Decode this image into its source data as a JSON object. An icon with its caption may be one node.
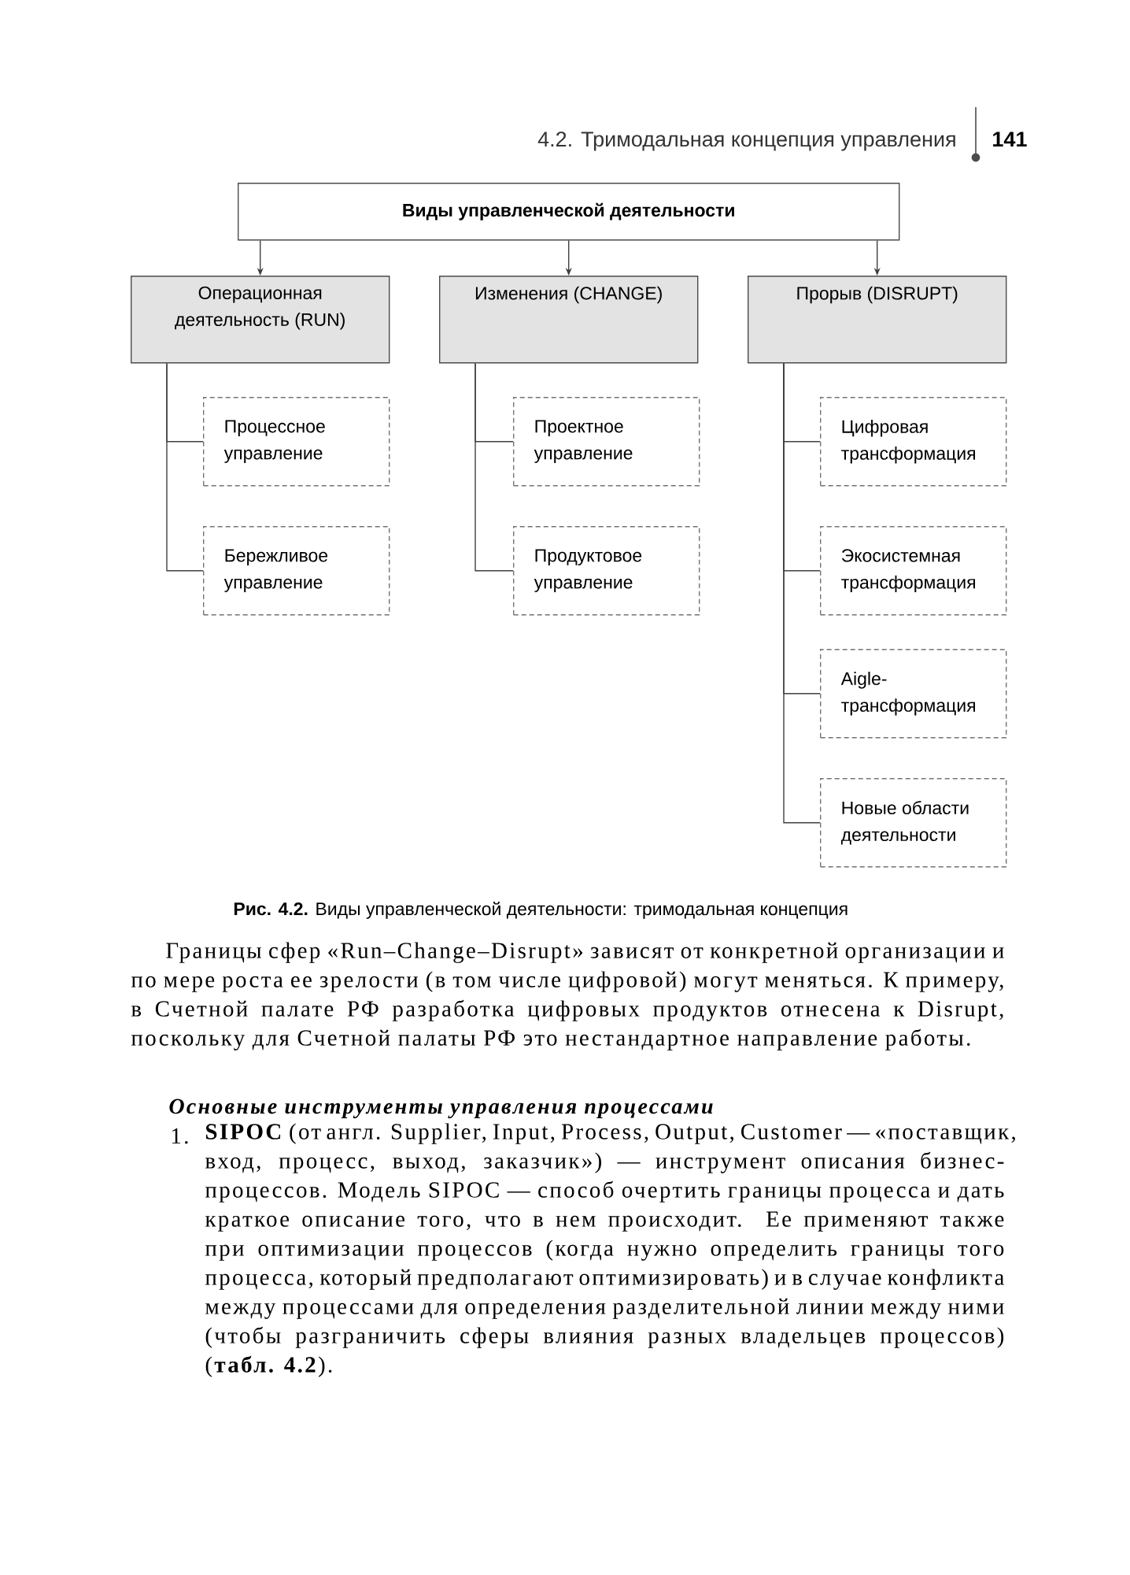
{
  "diagram": {
    "caption": "**Рис. 4.2.** Виды управленческой деятельности: тримодальная концепция",
    "nodes": [
      {
        "text": [
          "Виды управленческой деятельности"
        ]
      },
      {
        "text": [
          "Операционная деятельность (RUN)"
        ]
      },
      {
        "text": [
          "Изменения (CHANGE)"
        ]
      },
      {
        "text": [
          "Прорыв (DISRUPT)"
        ]
      },
      {
        "text": [
          "Процессное управление"
        ]
      },
      {
        "text": [
          "Бережливое управление"
        ]
      },
      {
        "text": [
          "Проектное управление"
        ]
      },
      {
        "text": [
          "Продуктовое управление"
        ]
      },
      {
        "text": [
          "Цифровая трансформация"
        ]
      },
      {
        "text": [
          "Экосистемная трансформация"
        ]
      },
      {
        "text": [
          "Aigle-трансформация"
        ]
      },
      {
        "text": [
          "Новые области деятельности"
        ]
      }
    ],
    "edges": [
      {
        "from": 0,
        "to": 1,
        "arrow": "to"
      },
      {
        "from": 0,
        "to": 2,
        "arrow": "to"
      },
      {
        "from": 0,
        "to": 3,
        "arrow": "to"
      },
      {
        "from": 1,
        "to": 4,
        "arrow": "none"
      },
      {
        "from": 1,
        "to": 5,
        "arrow": "none"
      },
      {
        "from": 2,
        "to": 6,
        "arrow": "none"
      },
      {
        "from": 2,
        "to": 7,
        "arrow": "none"
      },
      {
        "from": 3,
        "to": 8,
        "arrow": "none"
      },
      {
        "from": 3,
        "to": 9,
        "arrow": "none"
      },
      {
        "from": 3,
        "to": 10,
        "arrow": "none"
      },
      {
        "from": 3,
        "to": 11,
        "arrow": "none"
      }
    ],
    "labels": [
      "4.2. Тримодальная концепция управления",
      "141",
      "Границы сфер «Run–Change–Disrupt» зависят от конкретной организации и по мере роста ее зрелости (в том числе цифровой) могут меняться. К примеру, в Счетной палате РФ разработка цифровых продуктов отнесена к Disrupt, поскольку для Счетной палаты РФ это нестандартное направление работы.",
      "Основные инструменты управления процессами",
      "1.",
      "**SIPOC** (от англ. Supplier, Input, Process, Output, Customer — «поставщик, вход, процесс, выход, заказчик») — инструмент описания бизнес-процессов. Модель SIPOC — способ очертить границы процесса и дать краткое описание того, что в нем происходит. Ее применяют также при оптимизации процессов (когда нужно определить границы того процесса, который предполагают оптимизировать) и в случае конфликта между процессами для определения разделительной линии между ними (чтобы разграничить сферы влияния разных владельцев процессов) (**табл. 4.2**)."
    ]
  }
}
